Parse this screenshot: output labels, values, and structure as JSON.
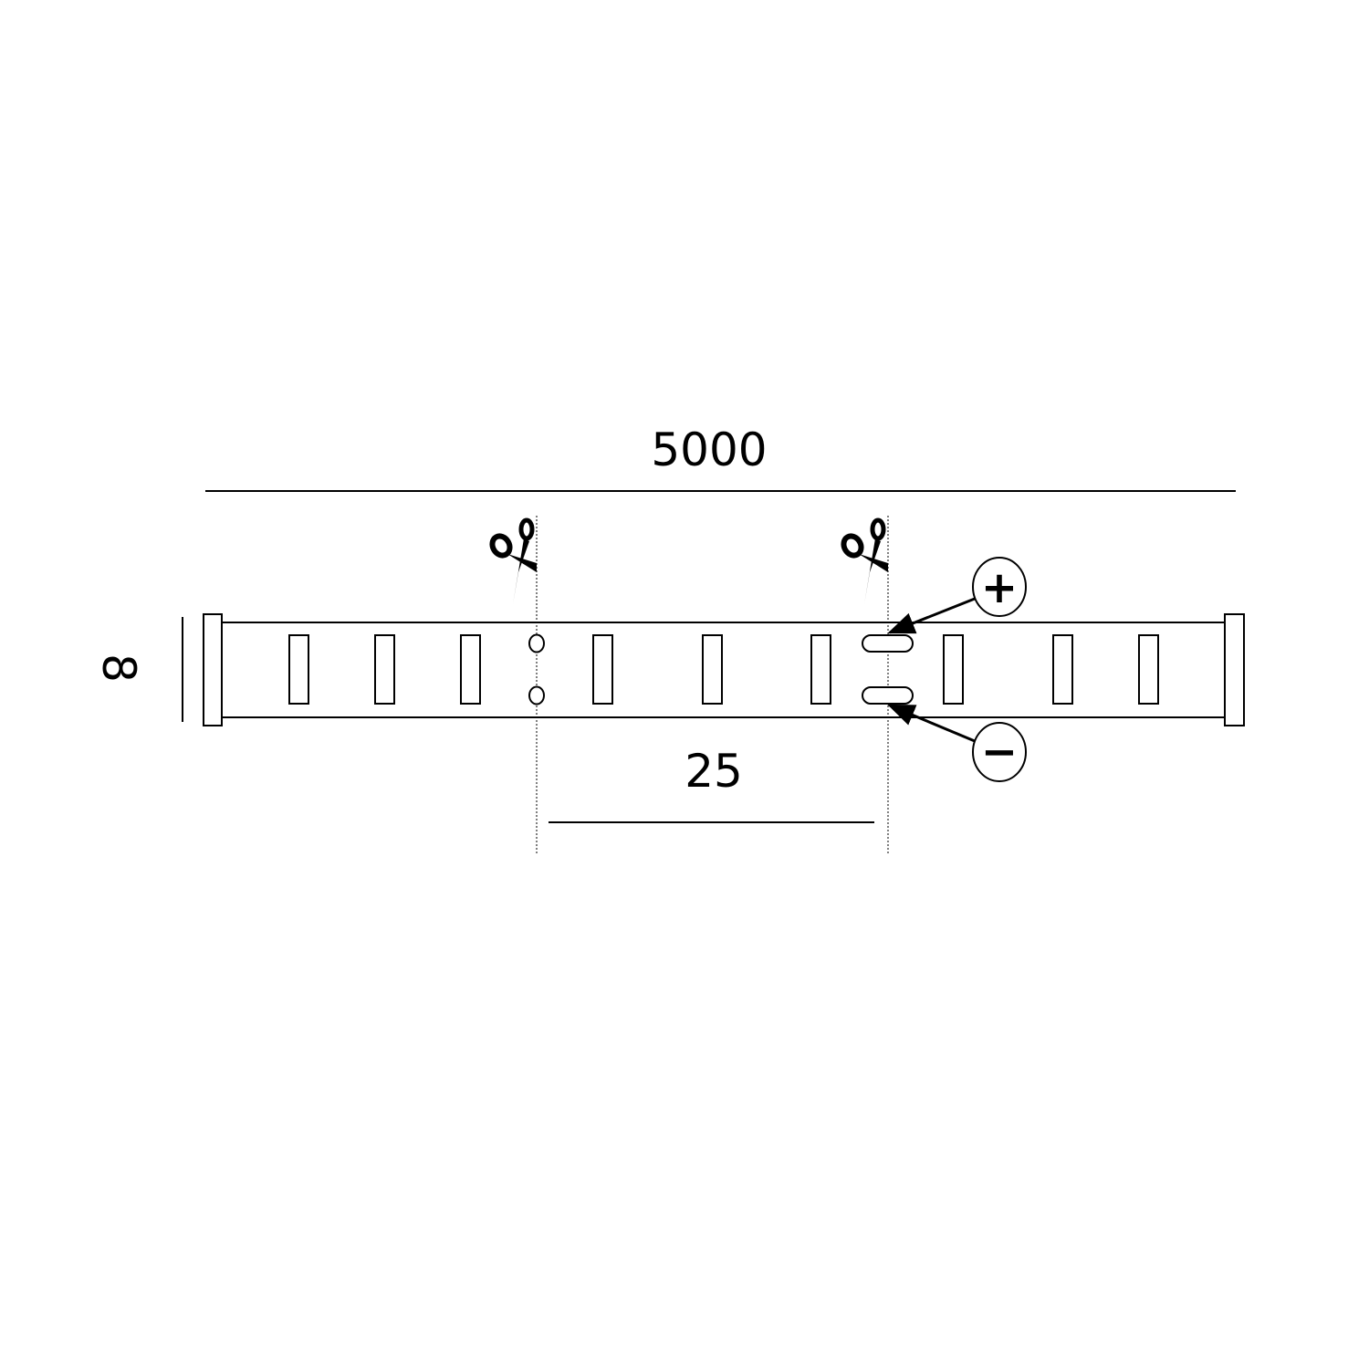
{
  "dimensions": {
    "total_length": "5000",
    "cut_interval": "25",
    "width": "8"
  },
  "polarity": {
    "positive": "+",
    "negative": "−"
  },
  "icons": [
    "scissors-icon",
    "led-chip",
    "solder-pad"
  ],
  "colors": {
    "stroke": "#000000",
    "background": "#ffffff"
  }
}
